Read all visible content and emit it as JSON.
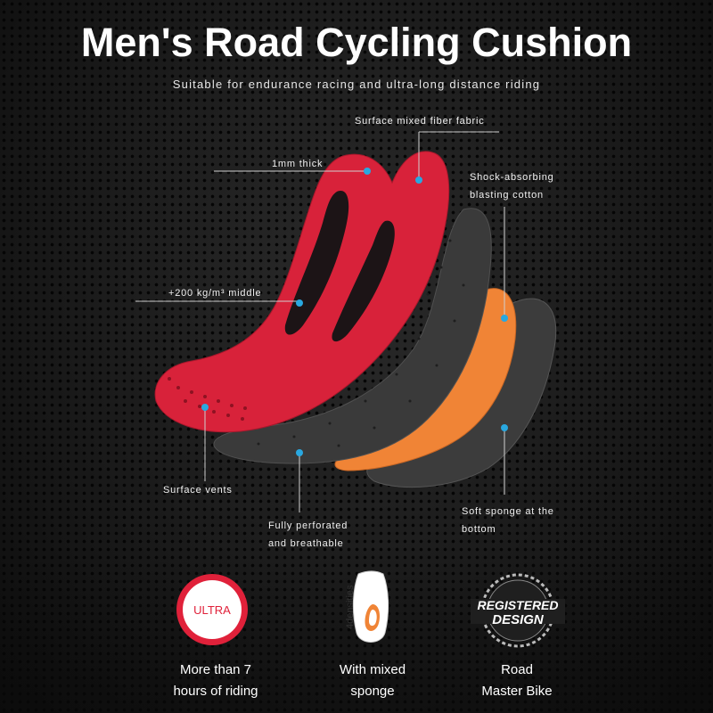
{
  "header": {
    "title": "Men's Road Cycling Cushion",
    "subtitle": "Suitable for endurance racing and ultra-long distance riding"
  },
  "callouts": {
    "surface_fabric": "Surface mixed fiber fabric",
    "thickness": "1mm thick",
    "shock_line1": "Shock-absorbing",
    "shock_line2": "blasting cotton",
    "density": "+200 kg/m³ middle",
    "vents": "Surface vents",
    "perforated_line1": "Fully perforated",
    "perforated_line2": "and breathable",
    "bottom_line1": "Soft sponge at the",
    "bottom_line2": "bottom"
  },
  "features": [
    {
      "icon": "ultra-badge-icon",
      "badge_text": "ULTRA",
      "line1": "More than 7",
      "line2": "hours of riding"
    },
    {
      "icon": "four-densities-icon",
      "badge_text": "4densities",
      "line1": "With mixed",
      "line2": "sponge"
    },
    {
      "icon": "registered-design-icon",
      "badge_line1": "REGISTERED",
      "badge_line2": "DESIGN",
      "line1": "Road",
      "line2": "Master Bike"
    }
  ],
  "colors": {
    "accent_red": "#e0213a",
    "callout_dot": "#29a8e0",
    "orange_layer": "#f08436",
    "grey_layer": "#3a3a3a",
    "text": "#ffffff"
  }
}
